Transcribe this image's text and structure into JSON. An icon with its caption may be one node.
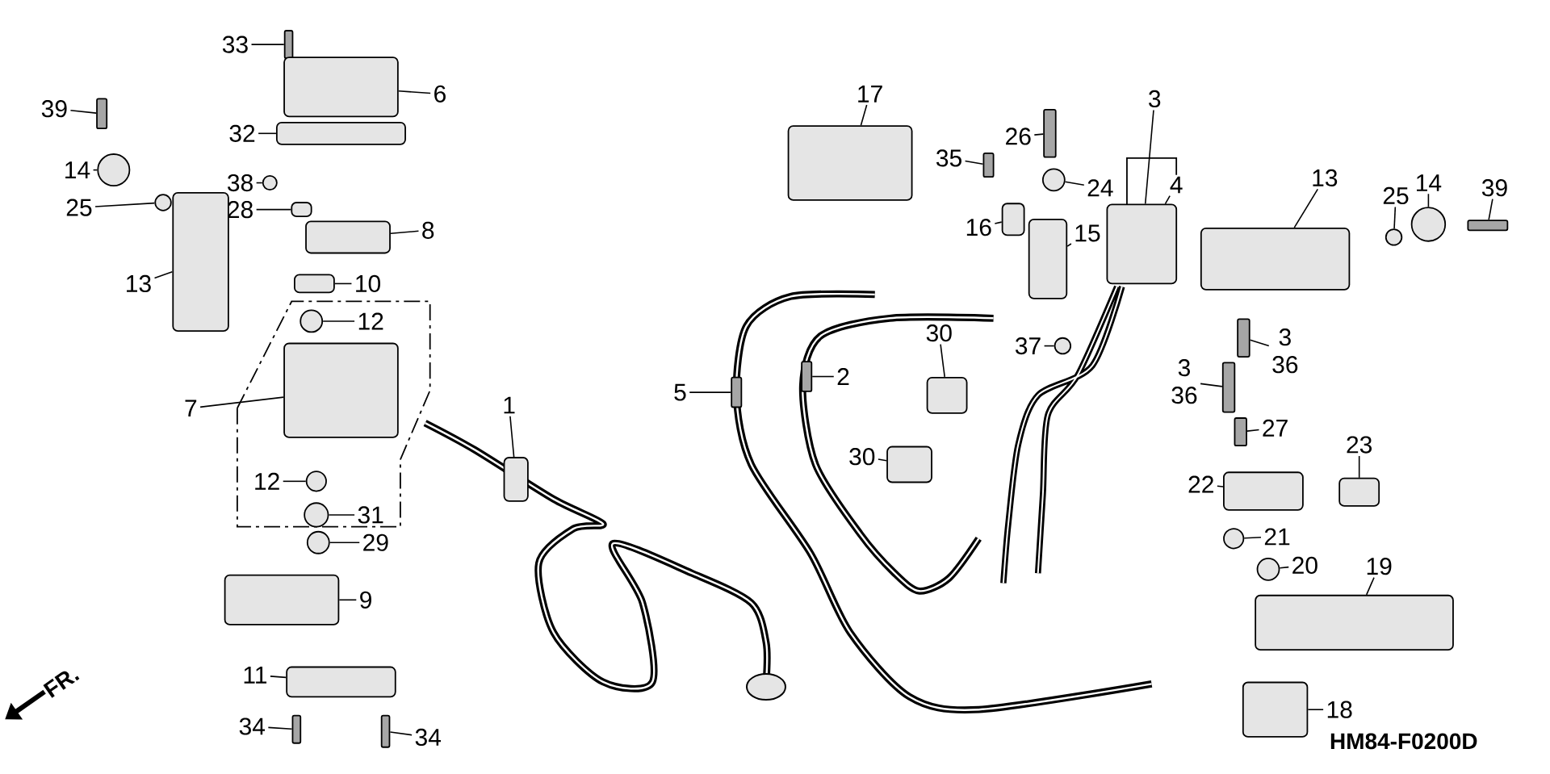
{
  "diagram": {
    "nodes": [
      {
        "text": [
          "33"
        ]
      },
      {
        "text": [],
        "shape": "bar"
      },
      {
        "text": [
          "39"
        ]
      },
      {
        "text": [],
        "shape": "bar"
      },
      {
        "text": [
          "6"
        ]
      },
      {
        "text": [],
        "shape": "box"
      },
      {
        "text": [
          "32"
        ]
      },
      {
        "text": [],
        "shape": "box"
      },
      {
        "text": [
          "14"
        ]
      },
      {
        "text": [],
        "shape": "circle"
      },
      {
        "text": [
          "38"
        ]
      },
      {
        "text": [],
        "shape": "circle"
      },
      {
        "text": [
          "25"
        ]
      },
      {
        "text": [],
        "shape": "circle"
      },
      {
        "text": [
          "28"
        ]
      },
      {
        "text": [],
        "shape": "box"
      },
      {
        "text": [
          "8"
        ]
      },
      {
        "text": [],
        "shape": "box"
      },
      {
        "text": [
          "13"
        ]
      },
      {
        "text": [],
        "shape": "box"
      },
      {
        "text": [
          "10"
        ]
      },
      {
        "text": [],
        "shape": "box"
      },
      {
        "text": [
          "12"
        ]
      },
      {
        "text": [],
        "shape": "circle"
      },
      {
        "text": [
          "7"
        ]
      },
      {
        "text": [],
        "shape": "box"
      },
      {
        "text": [
          "12"
        ]
      },
      {
        "text": [],
        "shape": "circle"
      },
      {
        "text": [
          "31"
        ]
      },
      {
        "text": [],
        "shape": "circle"
      },
      {
        "text": [
          "29"
        ]
      },
      {
        "text": [],
        "shape": "circle"
      },
      {
        "text": [
          "9"
        ]
      },
      {
        "text": [],
        "shape": "box"
      },
      {
        "text": [
          "11"
        ]
      },
      {
        "text": [],
        "shape": "box"
      },
      {
        "text": [
          "34"
        ]
      },
      {
        "text": [],
        "shape": "bar"
      },
      {
        "text": [
          "34"
        ]
      },
      {
        "text": [],
        "shape": "bar"
      },
      {
        "text": [
          "1"
        ]
      },
      {
        "text": [],
        "shape": "box"
      },
      {
        "text": [
          "5"
        ]
      },
      {
        "text": [],
        "shape": "bar"
      },
      {
        "text": [
          "2"
        ]
      },
      {
        "text": [],
        "shape": "bar"
      },
      {
        "text": [
          "17"
        ]
      },
      {
        "text": [],
        "shape": "box"
      },
      {
        "text": [
          "35"
        ]
      },
      {
        "text": [],
        "shape": "bar"
      },
      {
        "text": [
          "26"
        ]
      },
      {
        "text": [],
        "shape": "bar"
      },
      {
        "text": [
          "24"
        ]
      },
      {
        "text": [],
        "shape": "circle"
      },
      {
        "text": [
          "16"
        ]
      },
      {
        "text": [],
        "shape": "box"
      },
      {
        "text": [
          "15"
        ]
      },
      {
        "text": [],
        "shape": "box"
      },
      {
        "text": [
          "37"
        ]
      },
      {
        "text": [],
        "shape": "circle"
      },
      {
        "text": [
          "30"
        ]
      },
      {
        "text": [],
        "shape": "box"
      },
      {
        "text": [
          "30"
        ]
      },
      {
        "text": [],
        "shape": "box"
      },
      {
        "text": [
          "3"
        ]
      },
      {
        "text": [],
        "shape": "box"
      },
      {
        "text": [
          "4"
        ]
      },
      {
        "text": [
          "13"
        ]
      },
      {
        "text": [],
        "shape": "box"
      },
      {
        "text": [
          "25"
        ]
      },
      {
        "text": [],
        "shape": "circle"
      },
      {
        "text": [
          "14"
        ]
      },
      {
        "text": [],
        "shape": "circle"
      },
      {
        "text": [
          "39"
        ]
      },
      {
        "text": [],
        "shape": "bar"
      },
      {
        "text": [
          "3",
          "36"
        ]
      },
      {
        "text": [],
        "shape": "bar"
      },
      {
        "text": [
          "3",
          "36"
        ]
      },
      {
        "text": [],
        "shape": "bar"
      },
      {
        "text": [
          "27"
        ]
      },
      {
        "text": [],
        "shape": "bar"
      },
      {
        "text": [
          "22"
        ]
      },
      {
        "text": [],
        "shape": "box"
      },
      {
        "text": [
          "23"
        ]
      },
      {
        "text": [],
        "shape": "box"
      },
      {
        "text": [
          "21"
        ]
      },
      {
        "text": [],
        "shape": "circle"
      },
      {
        "text": [
          "20"
        ]
      },
      {
        "text": [],
        "shape": "circle"
      },
      {
        "text": [
          "19"
        ]
      },
      {
        "text": [],
        "shape": "box"
      },
      {
        "text": [
          "18"
        ]
      },
      {
        "text": [],
        "shape": "box"
      }
    ],
    "edges": [
      {
        "from": 0,
        "to": 1,
        "arrow": "none"
      },
      {
        "from": 2,
        "to": 3,
        "arrow": "none"
      },
      {
        "from": 4,
        "to": 5,
        "arrow": "none"
      },
      {
        "from": 6,
        "to": 7,
        "arrow": "none"
      },
      {
        "from": 8,
        "to": 9,
        "arrow": "none"
      },
      {
        "from": 10,
        "to": 11,
        "arrow": "none"
      },
      {
        "from": 12,
        "to": 13,
        "arrow": "none"
      },
      {
        "from": 14,
        "to": 15,
        "arrow": "none"
      },
      {
        "from": 16,
        "to": 17,
        "arrow": "none"
      },
      {
        "from": 18,
        "to": 19,
        "arrow": "none"
      },
      {
        "from": 20,
        "to": 21,
        "arrow": "none"
      },
      {
        "from": 22,
        "to": 23,
        "arrow": "none"
      },
      {
        "from": 24,
        "to": 25,
        "arrow": "none"
      },
      {
        "from": 26,
        "to": 27,
        "arrow": "none"
      },
      {
        "from": 28,
        "to": 29,
        "arrow": "none"
      },
      {
        "from": 30,
        "to": 31,
        "arrow": "none"
      },
      {
        "from": 32,
        "to": 33,
        "arrow": "none"
      },
      {
        "from": 34,
        "to": 35,
        "arrow": "none"
      },
      {
        "from": 36,
        "to": 37,
        "arrow": "none"
      },
      {
        "from": 38,
        "to": 39,
        "arrow": "none"
      },
      {
        "from": 40,
        "to": 41,
        "arrow": "none"
      },
      {
        "from": 42,
        "to": 43,
        "arrow": "none"
      },
      {
        "from": 44,
        "to": 45,
        "arrow": "none"
      },
      {
        "from": 46,
        "to": 47,
        "arrow": "none"
      },
      {
        "from": 48,
        "to": 49,
        "arrow": "none"
      },
      {
        "from": 50,
        "to": 51,
        "arrow": "none"
      },
      {
        "from": 52,
        "to": 53,
        "arrow": "none"
      },
      {
        "from": 54,
        "to": 55,
        "arrow": "none"
      },
      {
        "from": 56,
        "to": 57,
        "arrow": "none"
      },
      {
        "from": 58,
        "to": 59,
        "arrow": "none"
      },
      {
        "from": 60,
        "to": 61,
        "arrow": "none"
      },
      {
        "from": 62,
        "to": 63,
        "arrow": "none"
      },
      {
        "from": 64,
        "to": 65,
        "arrow": "none"
      },
      {
        "from": 66,
        "to": 65,
        "arrow": "none"
      },
      {
        "from": 67,
        "to": 68,
        "arrow": "none"
      },
      {
        "from": 69,
        "to": 70,
        "arrow": "none"
      },
      {
        "from": 71,
        "to": 72,
        "arrow": "none"
      },
      {
        "from": 73,
        "to": 74,
        "arrow": "none"
      },
      {
        "from": 75,
        "to": 76,
        "arrow": "none"
      },
      {
        "from": 77,
        "to": 78,
        "arrow": "none"
      },
      {
        "from": 79,
        "to": 80,
        "arrow": "none"
      },
      {
        "from": 81,
        "to": 82,
        "arrow": "none"
      },
      {
        "from": 83,
        "to": 84,
        "arrow": "none"
      },
      {
        "from": 85,
        "to": 86,
        "arrow": "none"
      },
      {
        "from": 87,
        "to": 88,
        "arrow": "none"
      },
      {
        "from": 89,
        "to": 90,
        "arrow": "none"
      },
      {
        "from": 91,
        "to": 92,
        "arrow": "none"
      }
    ],
    "labels": [
      "FR.",
      "HM84-F0200D"
    ]
  }
}
